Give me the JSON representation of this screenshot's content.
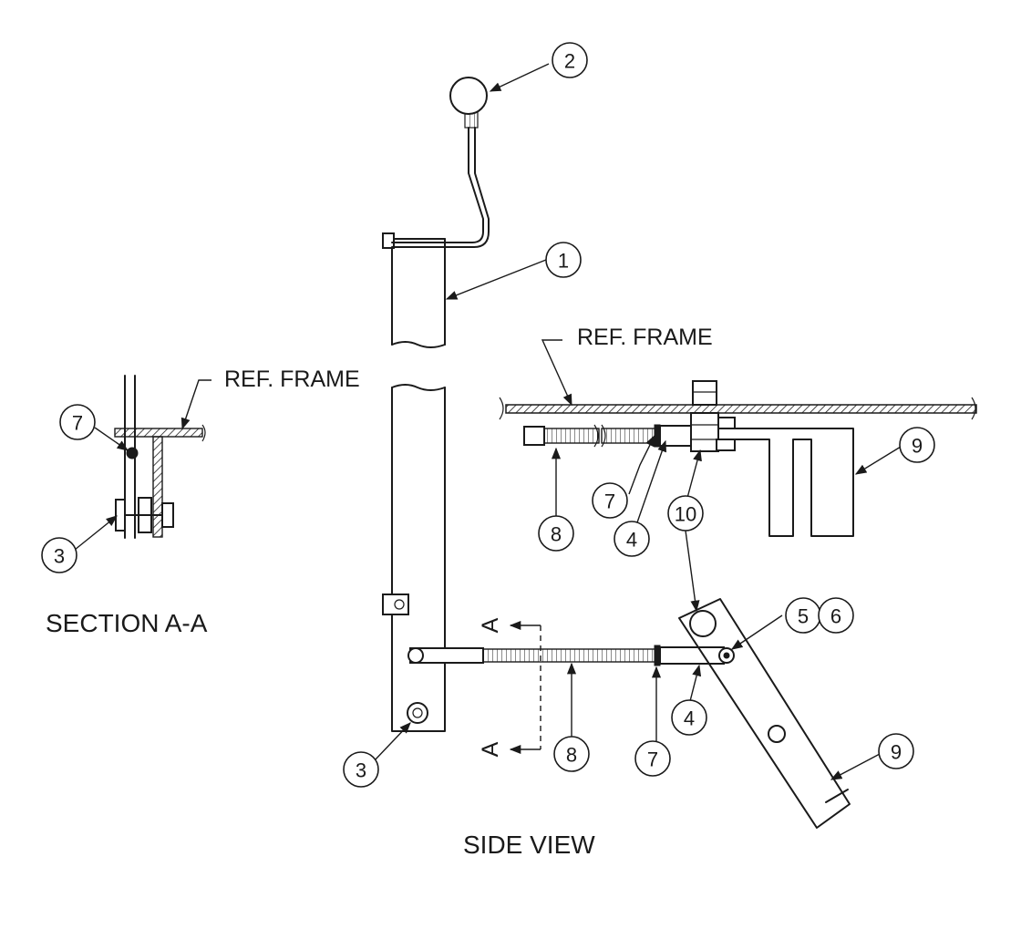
{
  "labels": {
    "ref_frame_side": "REF. FRAME",
    "ref_frame_section": "REF. FRAME",
    "section_title": "SECTION A-A",
    "side_view_title": "SIDE VIEW",
    "section_marker_top": "A",
    "section_marker_bottom": "A"
  },
  "callouts": {
    "c1": "1",
    "c2": "2",
    "c3_side": "3",
    "c3_section": "3",
    "c4_upper": "4",
    "c4_lower": "4",
    "c5": "5",
    "c6": "6",
    "c7_section": "7",
    "c7_upper": "7",
    "c7_lower": "7",
    "c8_upper": "8",
    "c8_lower": "8",
    "c9_upper": "9",
    "c9_lower": "9",
    "c10": "10"
  }
}
